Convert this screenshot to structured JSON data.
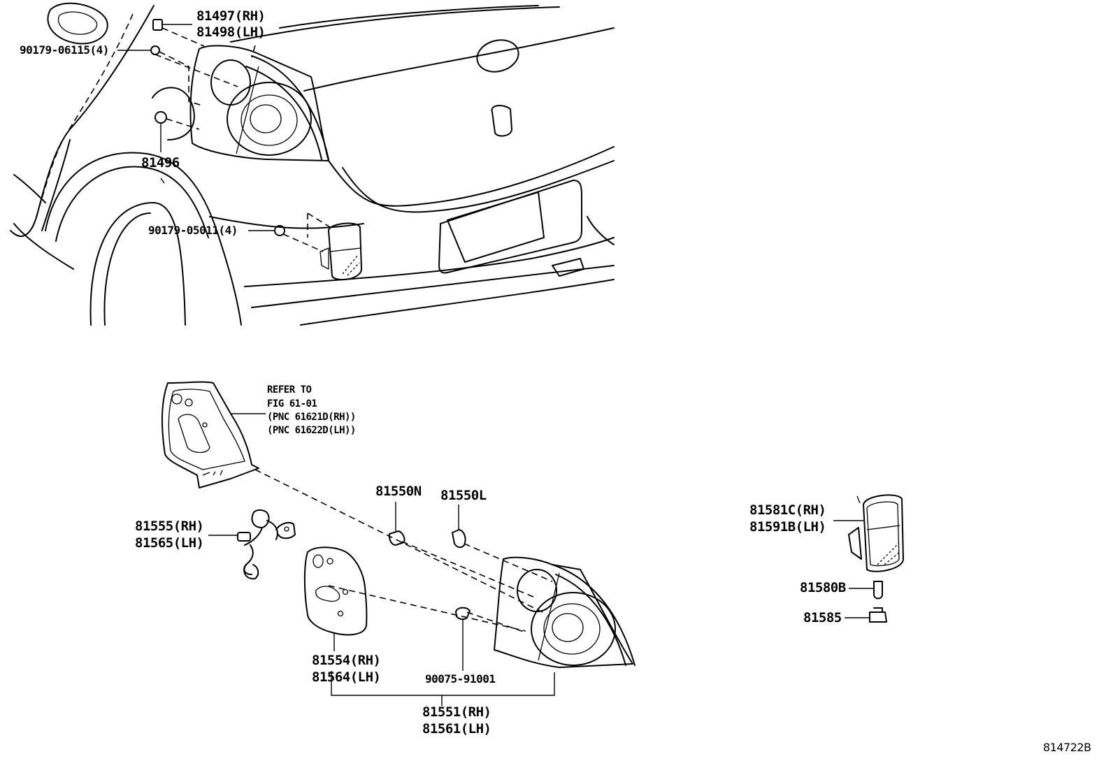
{
  "labels": {
    "p81497": "81497(RH)",
    "p81498": "81498(LH)",
    "p90179_06115": "90179-06115(4)",
    "p81496": "81496",
    "p90179_05011": "90179-05011(4)",
    "refer_line1": "REFER TO",
    "refer_line2": "FIG 61-01",
    "refer_line3": "(PNC 61621D(RH))",
    "refer_line4": "(PNC 61622D(LH))",
    "p81550N": "81550N",
    "p81550L": "81550L",
    "p81555": "81555(RH)",
    "p81565": "81565(LH)",
    "p81554": "81554(RH)",
    "p81564": "81564(LH)",
    "p90075": "90075-91001",
    "p81551": "81551(RH)",
    "p81561": "81561(LH)",
    "p81581C": "81581C(RH)",
    "p81591B": "81591B(LH)",
    "p81580B": "81580B",
    "p81585": "81585"
  },
  "figure_id": "814722B"
}
